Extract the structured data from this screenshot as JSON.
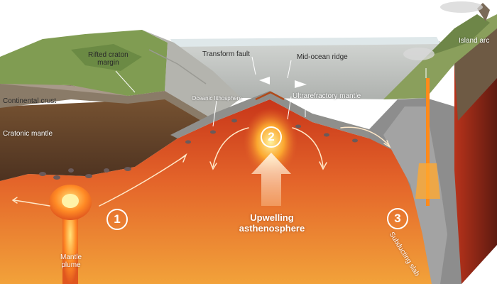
{
  "labels": {
    "continental_crust": "Continental crust",
    "cratonic_mantle": "Cratonic mantle",
    "rifted_craton_margin_line1": "Rifted craton",
    "rifted_craton_margin_line2": "margin",
    "transform_fault": "Transform fault",
    "mid_ocean_ridge": "Mid-ocean ridge",
    "oceanic_lithosphere": "Oceanic lithosphere",
    "ultrarefractory_mantle": "Ultrarefractory mantle",
    "island_arc": "Island arc",
    "upwelling_line1": "Upwelling",
    "upwelling_line2": "asthenosphere",
    "mantle_plume_line1": "Mantle",
    "mantle_plume_line2": "plume",
    "subducting_slab": "Subducting slab"
  },
  "markers": [
    "1",
    "2",
    "3"
  ],
  "colors": {
    "mantle_hot": "#d9441a",
    "mantle_warm": "#e98a2a",
    "craton_brown": "#6b4a2a",
    "crust_tan": "#a89a86",
    "ocean_grey": "#c6c8c5",
    "land_green": "#7f9a52",
    "slab_grey": "#8d8d8d",
    "plume_core": "#ff7a1a"
  }
}
